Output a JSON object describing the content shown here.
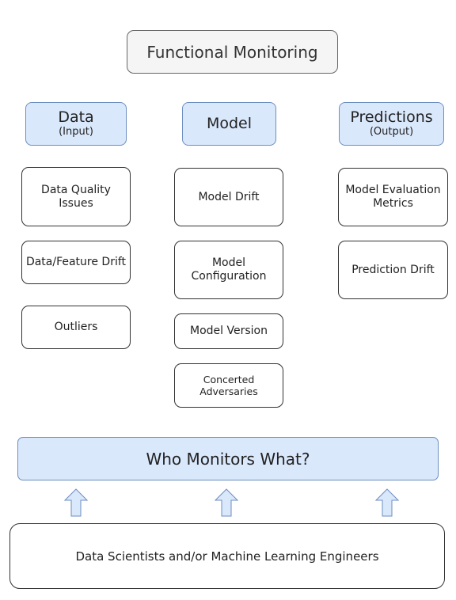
{
  "title": "Functional Monitoring",
  "columns": [
    {
      "header": "Data",
      "subheader": "(Input)",
      "items": [
        "Data Quality Issues",
        "Data/Feature Drift",
        "Outliers"
      ]
    },
    {
      "header": "Model",
      "subheader": "",
      "items": [
        "Model Drift",
        "Model Configuration",
        "Model Version",
        "Concerted Adversaries"
      ]
    },
    {
      "header": "Predictions",
      "subheader": "(Output)",
      "items": [
        "Model Evaluation Metrics",
        "Prediction Drift"
      ]
    }
  ],
  "banner": "Who Monitors What?",
  "bottom": "Data Scientists and/or Machine Learning Engineers",
  "arrows": [
    "up-arrow-icon",
    "up-arrow-icon",
    "up-arrow-icon"
  ],
  "colors": {
    "header_fill": "#dae8fc",
    "header_stroke": "#6c8ebf",
    "title_fill": "#f5f5f5",
    "title_stroke": "#666666",
    "item_stroke": "#333333"
  }
}
